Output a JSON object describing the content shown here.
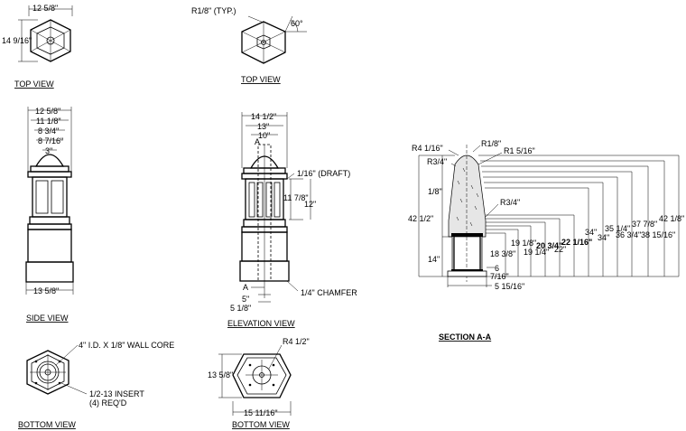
{
  "views": {
    "top1": {
      "label": "TOP VIEW",
      "dim_width": "12 5/8\"",
      "dim_height": "14 9/16\""
    },
    "top2": {
      "label": "TOP VIEW",
      "radius": "R1/8\" (TYP.)",
      "angle": "60°"
    },
    "side": {
      "label": "SIDE VIEW",
      "dims": [
        "12 5/8\"",
        "11 1/8\"",
        "8 3/4\"",
        "8 7/16\"",
        "3\""
      ],
      "bottom_dim": "13 5/8\""
    },
    "elevation": {
      "label": "ELEVATION VIEW",
      "dims": [
        "14 1/2\"",
        "13\"",
        "10\""
      ],
      "section_marker": "A",
      "draft": "1/16\" (DRAFT)",
      "h1": "11 7/8\"",
      "h2": "12\"",
      "chamfer": "1/4\" CHAMFER",
      "bottom1": "5\"",
      "bottom2": "5 1/8\""
    },
    "section": {
      "label": "SECTION A-A",
      "radii": [
        "R4 1/16\"",
        "R1/8\"",
        "R1 5/16\"",
        "R3/4\"",
        "R3/4\""
      ],
      "left_dims": [
        "1/8\"",
        "42 1/2\"",
        "14\""
      ],
      "inner_dims": [
        "18 3/8\"",
        "19 1/8\"",
        "19 1/4\"",
        "20 3/4\"",
        "22\"",
        "22 1/16\"",
        "34\"",
        "34\"",
        "35 1/4\"",
        "36 3/4\"",
        "37 7/8\"",
        "38 15/16\"",
        "42 1/8\""
      ],
      "bottom_dims": [
        "6",
        "7/16\"",
        "5 15/16\""
      ]
    },
    "bottom1": {
      "label": "BOTTOM VIEW",
      "core": "4\" I.D. X 1/8\" WALL CORE",
      "insert": "1/2-13 INSERT",
      "req": "(4) REQ'D"
    },
    "bottom2": {
      "label": "BOTTOM VIEW",
      "radius": "R4 1/2\"",
      "height": "13 5/8\"",
      "width": "15 11/16\""
    }
  }
}
